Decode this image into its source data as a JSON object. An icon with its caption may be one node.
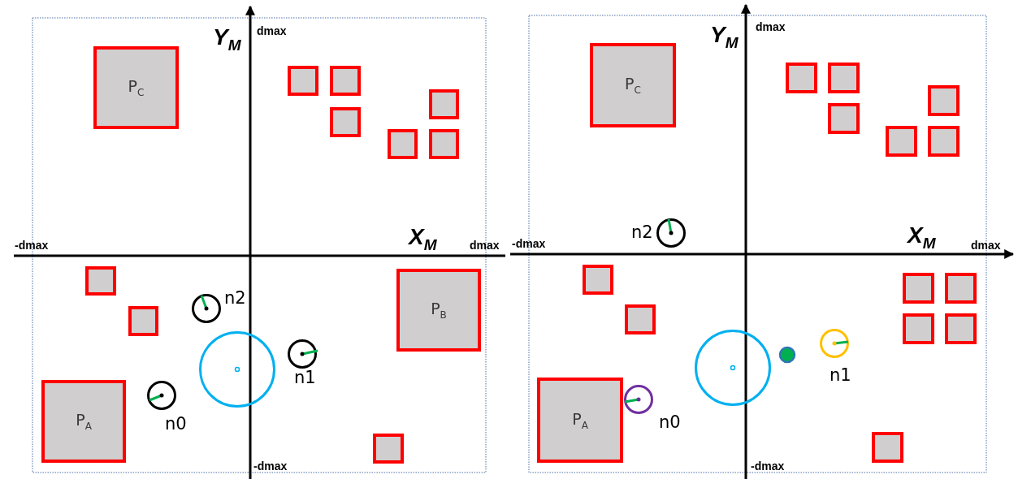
{
  "diagram": {
    "nodes": [
      {
        "text": [
          "P$_{C}$"
        ]
      },
      {
        "text": [],
        "shape": "box"
      },
      {
        "text": [],
        "shape": "box"
      },
      {
        "text": [],
        "shape": "box"
      },
      {
        "text": [],
        "shape": "box"
      },
      {
        "text": [],
        "shape": "box"
      },
      {
        "text": [],
        "shape": "box"
      },
      {
        "text": [],
        "shape": "box"
      },
      {
        "text": [],
        "shape": "box"
      },
      {
        "text": [],
        "shape": "circle",
        "beside": [
          "n2"
        ]
      },
      {
        "text": [
          "P$_{B}$"
        ]
      },
      {
        "text": [],
        "shape": "circle"
      },
      {
        "text": [],
        "shape": "circle",
        "beside": [
          "n1"
        ]
      },
      {
        "text": [
          "P$_{A}$"
        ]
      },
      {
        "text": [],
        "shape": "circle",
        "beside": [
          "n0"
        ]
      },
      {
        "text": [],
        "shape": "box"
      },
      {
        "text": [
          "P$_{C}$"
        ]
      },
      {
        "text": [],
        "shape": "box"
      },
      {
        "text": [],
        "shape": "box"
      },
      {
        "text": [],
        "shape": "box"
      },
      {
        "text": [],
        "shape": "box"
      },
      {
        "text": [],
        "shape": "box"
      },
      {
        "text": [],
        "shape": "box"
      },
      {
        "text": [],
        "shape": "circle",
        "beside": [
          "n2"
        ]
      },
      {
        "text": [],
        "shape": "box"
      },
      {
        "text": [],
        "shape": "box"
      },
      {
        "text": [],
        "shape": "box"
      },
      {
        "text": [],
        "shape": "box"
      },
      {
        "text": [],
        "shape": "box"
      },
      {
        "text": [],
        "shape": "box"
      },
      {
        "text": [],
        "shape": "circle",
        "beside": [
          "n1"
        ]
      },
      {
        "text": [],
        "shape": "circle"
      },
      {
        "text": [],
        "shape": "circle"
      },
      {
        "text": [
          "P$_{A}$"
        ]
      },
      {
        "text": [],
        "shape": "circle",
        "beside": [
          "n0"
        ]
      },
      {
        "text": [],
        "shape": "box"
      }
    ],
    "edges": [],
    "labels": [
      "Y$_{M}$",
      "dmax",
      "X$_{M}$",
      "-dmax",
      "dmax",
      "-dmax",
      "Y$_{M}$",
      "dmax",
      "X$_{M}$",
      "-dmax",
      "dmax",
      "-dmax"
    ]
  }
}
